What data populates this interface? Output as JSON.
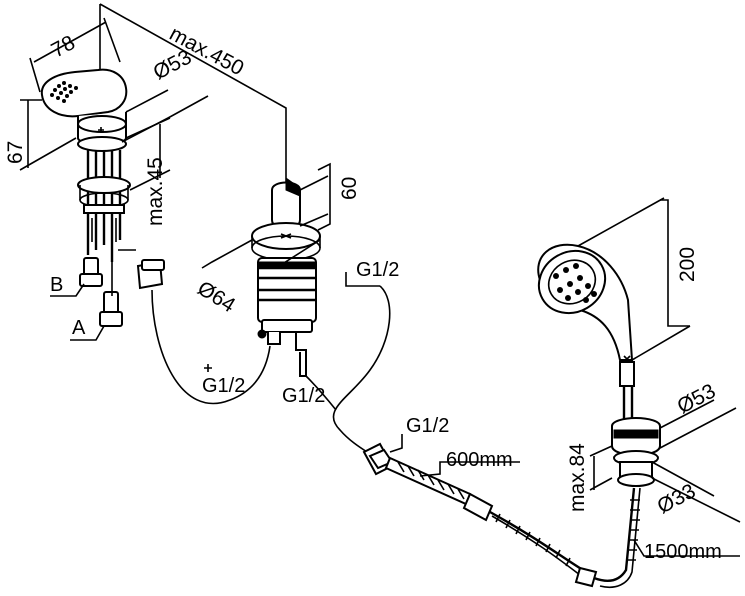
{
  "diagram": {
    "title": "Bath tub mixer set technical drawing",
    "dimensions": {
      "lever_width": "78",
      "lever_height": "67",
      "lever_diameter": "Ø53",
      "lever_depth": "max.45",
      "spacing": "max.450",
      "diverter_height": "60",
      "diverter_diameter": "Ø64",
      "handshower_length": "200",
      "holder_diameter": "Ø53",
      "holder_depth": "max.84",
      "holder_hole": "Ø33"
    },
    "connections": {
      "inlet_b": "B",
      "inlet_a": "A",
      "thread_left": "G1/2",
      "thread_mid": "G1/2",
      "thread_top": "G1/2",
      "thread_hose": "G1/2"
    },
    "hoses": {
      "short_hose": "600mm",
      "long_hose": "1500mm"
    },
    "colors": {
      "line": "#000000",
      "background": "#ffffff"
    }
  }
}
